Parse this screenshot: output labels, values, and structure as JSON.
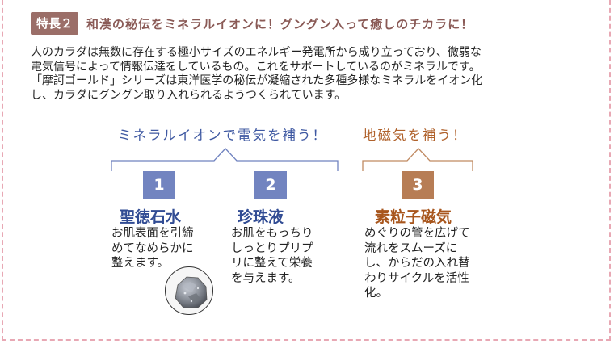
{
  "header": {
    "badge": "特長２",
    "title": "和漢の秘伝をミネラルイオンに！グングン入って癒しのチカラに！"
  },
  "intro_lines": [
    "人のカラダは無数に存在する極小サイズのエネルギー発電所から成り立っており、微弱な",
    "電気信号によって情報伝達をしているもの。これをサポートしているのがミネラルです。",
    "「摩訶ゴールド」シリーズは東洋医学の秘伝が凝縮された多種多様なミネラルをイオン化",
    "し、カラダにグングン取り入れられるようつくられています。"
  ],
  "groups": {
    "mineral_ion": {
      "title": "ミネラルイオンで電気を補う！",
      "color": "#3f59a2"
    },
    "geomagnetic": {
      "title": "地磁気を補う！",
      "color": "#b0622c"
    }
  },
  "items": [
    {
      "number": "1",
      "name": "聖徳石水",
      "description_lines": [
        "お肌表面を引締",
        "めてなめらかに",
        "整えます。"
      ]
    },
    {
      "number": "2",
      "name": "珍珠液",
      "description_lines": [
        "お肌をもっちり",
        "しっとりプリプ",
        "リに整えて栄養",
        "を与えます。"
      ]
    },
    {
      "number": "3",
      "name": "素粒子磁気",
      "description_lines": [
        "めぐりの管を広げて",
        "流れをスムーズに",
        "し、からだの入れ替",
        "わりサイクルを活性",
        "化。"
      ]
    }
  ],
  "image": {
    "icon": "mineral-stone-icon"
  },
  "colors": {
    "badge": "#9b6e68",
    "title": "#8a5a56",
    "blue": "#3f59a2",
    "orange": "#b0622c",
    "border": "#e8a8b4"
  }
}
